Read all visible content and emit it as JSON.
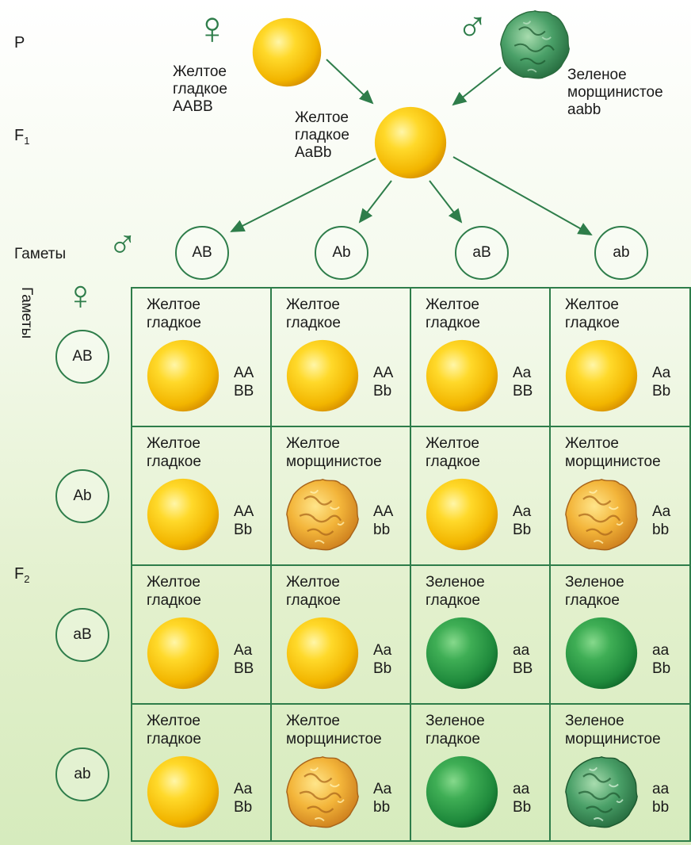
{
  "labels": {
    "p": "P",
    "f1": "F",
    "f1_sub": "1",
    "f2": "F",
    "f2_sub": "2",
    "gametes_top": "Гаметы",
    "gametes_side": "Гаметы"
  },
  "symbols": {
    "female": "♀",
    "male": "♂"
  },
  "parents": {
    "female": {
      "text": "Желтое\nгладкое\nAABB",
      "seed": "yellow-smooth"
    },
    "male": {
      "text": "Зеленое\nморщинистое\naabb",
      "seed": "green-wrinkled"
    }
  },
  "f1": {
    "text": "Желтое\nгладкое\nAaBb",
    "seed": "yellow-smooth"
  },
  "male_gametes": [
    "AB",
    "Ab",
    "aB",
    "ab"
  ],
  "female_gametes": [
    "AB",
    "Ab",
    "aB",
    "ab"
  ],
  "colors": {
    "line": "#2e7d4a",
    "yellow": "#f5c518",
    "green": "#2f9a4a"
  },
  "punnett": [
    [
      {
        "pheno": "Желтое\nгладкое",
        "g1": "AA",
        "g2": "BB",
        "seed": "yellow-smooth"
      },
      {
        "pheno": "Желтое\nгладкое",
        "g1": "AA",
        "g2": "Bb",
        "seed": "yellow-smooth"
      },
      {
        "pheno": "Желтое\nгладкое",
        "g1": "Aa",
        "g2": "BB",
        "seed": "yellow-smooth"
      },
      {
        "pheno": "Желтое\nгладкое",
        "g1": "Aa",
        "g2": "Bb",
        "seed": "yellow-smooth"
      }
    ],
    [
      {
        "pheno": "Желтое\nгладкое",
        "g1": "AA",
        "g2": "Bb",
        "seed": "yellow-smooth"
      },
      {
        "pheno": "Желтое\nморщинистое",
        "g1": "AA",
        "g2": "bb",
        "seed": "yellow-wrinkled"
      },
      {
        "pheno": "Желтое\nгладкое",
        "g1": "Aa",
        "g2": "Bb",
        "seed": "yellow-smooth"
      },
      {
        "pheno": "Желтое\nморщинистое",
        "g1": "Aa",
        "g2": "bb",
        "seed": "yellow-wrinkled"
      }
    ],
    [
      {
        "pheno": "Желтое\nгладкое",
        "g1": "Aa",
        "g2": "BB",
        "seed": "yellow-smooth"
      },
      {
        "pheno": "Желтое\nгладкое",
        "g1": "Aa",
        "g2": "Bb",
        "seed": "yellow-smooth"
      },
      {
        "pheno": "Зеленое\nгладкое",
        "g1": "aa",
        "g2": "BB",
        "seed": "green-smooth"
      },
      {
        "pheno": "Зеленое\nгладкое",
        "g1": "aa",
        "g2": "Bb",
        "seed": "green-smooth"
      }
    ],
    [
      {
        "pheno": "Желтое\nгладкое",
        "g1": "Aa",
        "g2": "Bb",
        "seed": "yellow-smooth"
      },
      {
        "pheno": "Желтое\nморщинистое",
        "g1": "Aa",
        "g2": "bb",
        "seed": "yellow-wrinkled"
      },
      {
        "pheno": "Зеленое\nгладкое",
        "g1": "aa",
        "g2": "Bb",
        "seed": "green-smooth"
      },
      {
        "pheno": "Зеленое\nморщинистое",
        "g1": "aa",
        "g2": "bb",
        "seed": "green-wrinkled"
      }
    ]
  ]
}
